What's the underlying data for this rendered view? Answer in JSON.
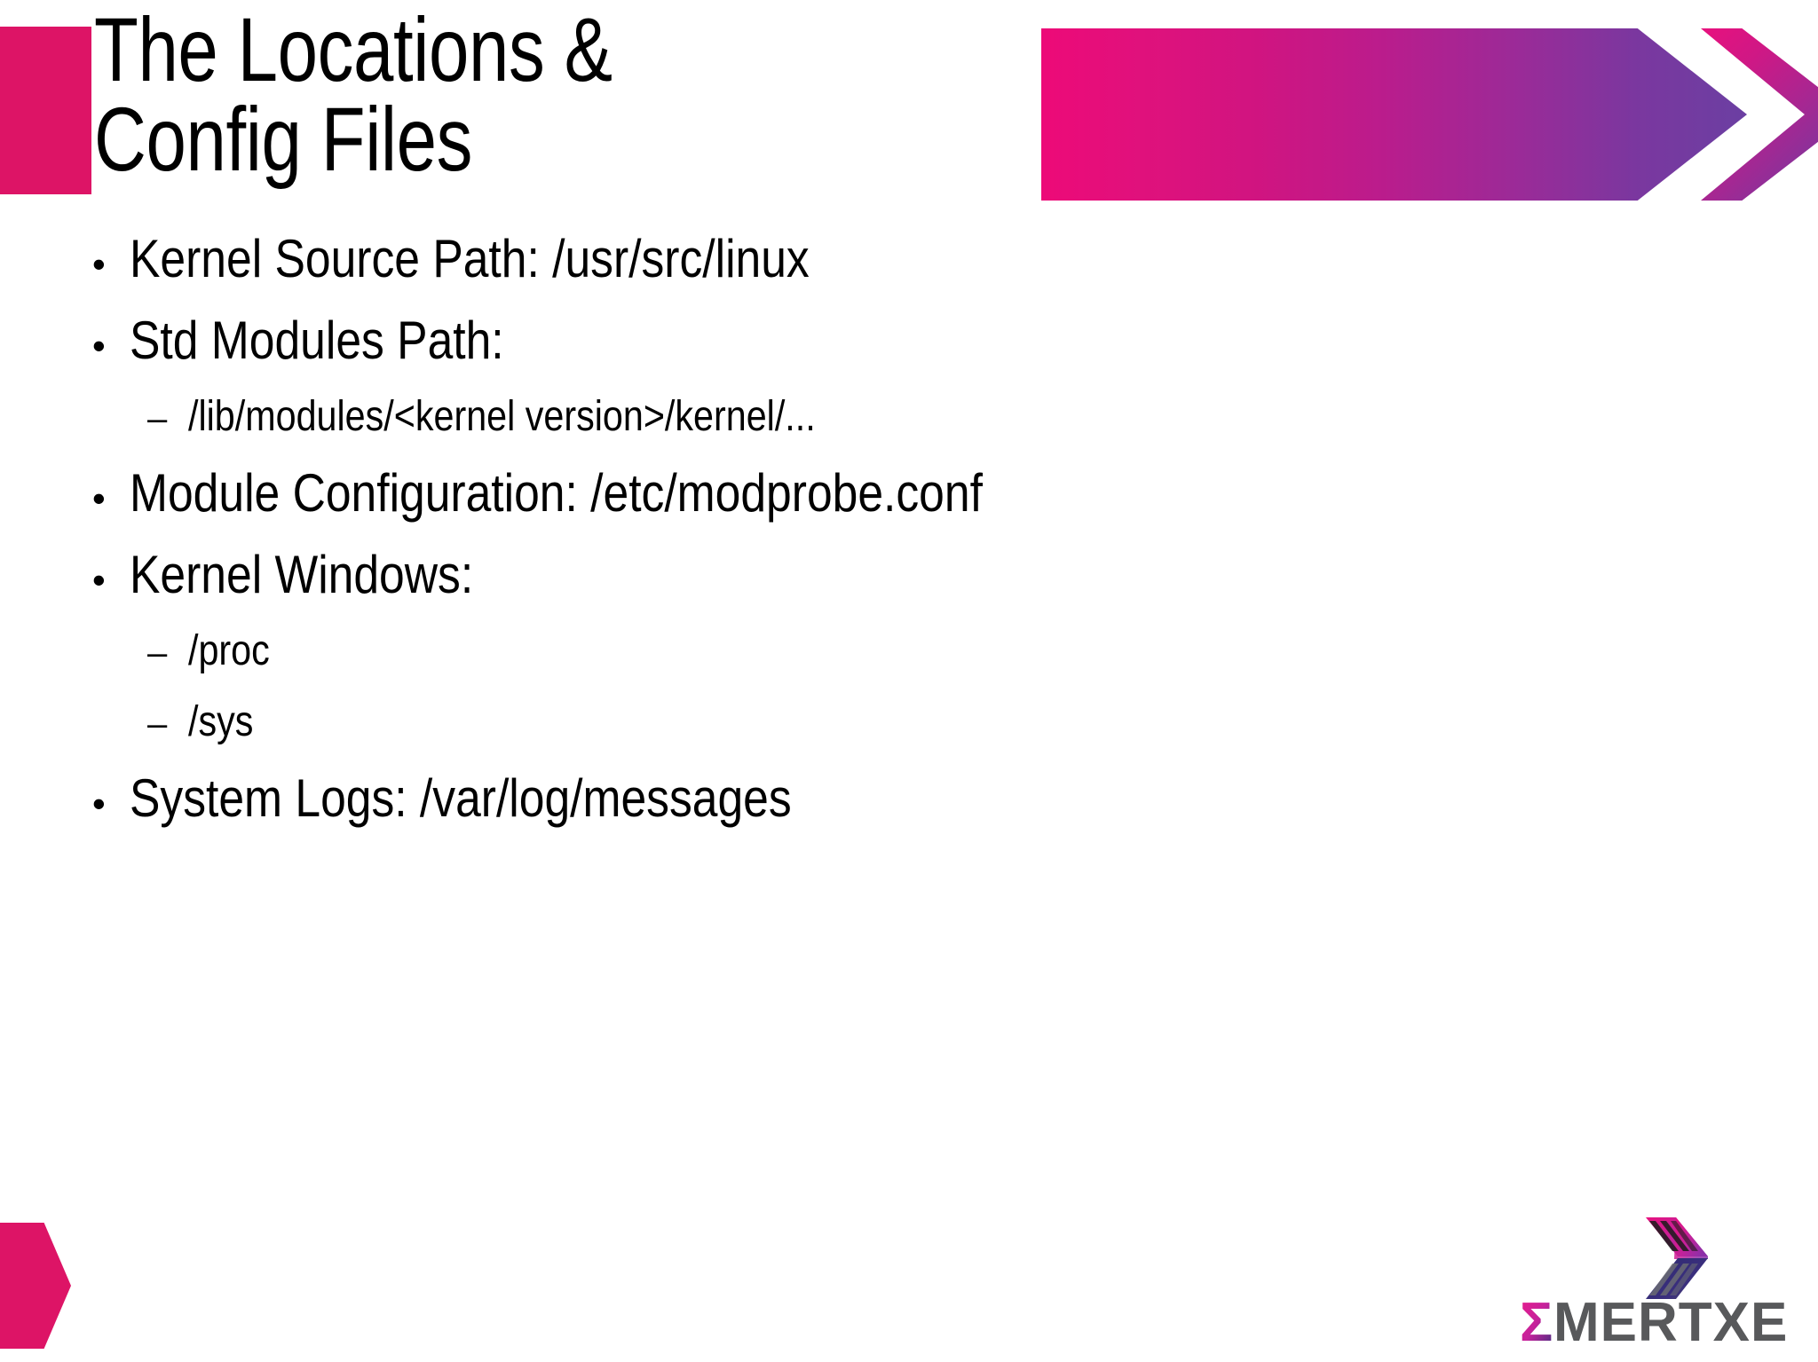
{
  "slide": {
    "title": "The Locations &\nConfig Files",
    "title_line_1": "The Locations &",
    "title_line_2": "Config Files",
    "bullets": [
      {
        "level": 1,
        "marker": "•",
        "text": "Kernel Source Path: /usr/src/linux"
      },
      {
        "level": 1,
        "marker": "•",
        "text": "Std Modules Path:"
      },
      {
        "level": 2,
        "marker": "–",
        "text": "/lib/modules/<kernel version>/kernel/..."
      },
      {
        "level": 1,
        "marker": "•",
        "text": "Module Configuration: /etc/modprobe.conf"
      },
      {
        "level": 1,
        "marker": "•",
        "text": "Kernel Windows:"
      },
      {
        "level": 2,
        "marker": "–",
        "text": "/proc"
      },
      {
        "level": 2,
        "marker": "–",
        "text": "/sys"
      },
      {
        "level": 1,
        "marker": "•",
        "text": "System Logs: /var/log/messages"
      }
    ]
  },
  "logo": {
    "sigma": "Σ",
    "wordmark": "MERTXE",
    "full_name": "EMERTXE"
  },
  "colors": {
    "accent_pink": "#DD1466",
    "banner_gradient_start": "#ED0A78",
    "banner_gradient_end": "#6B3FA2",
    "text_black": "#000000",
    "background": "#FFFFFF",
    "logo_gray": "#58595B",
    "logo_navy": "#2E2A70"
  }
}
